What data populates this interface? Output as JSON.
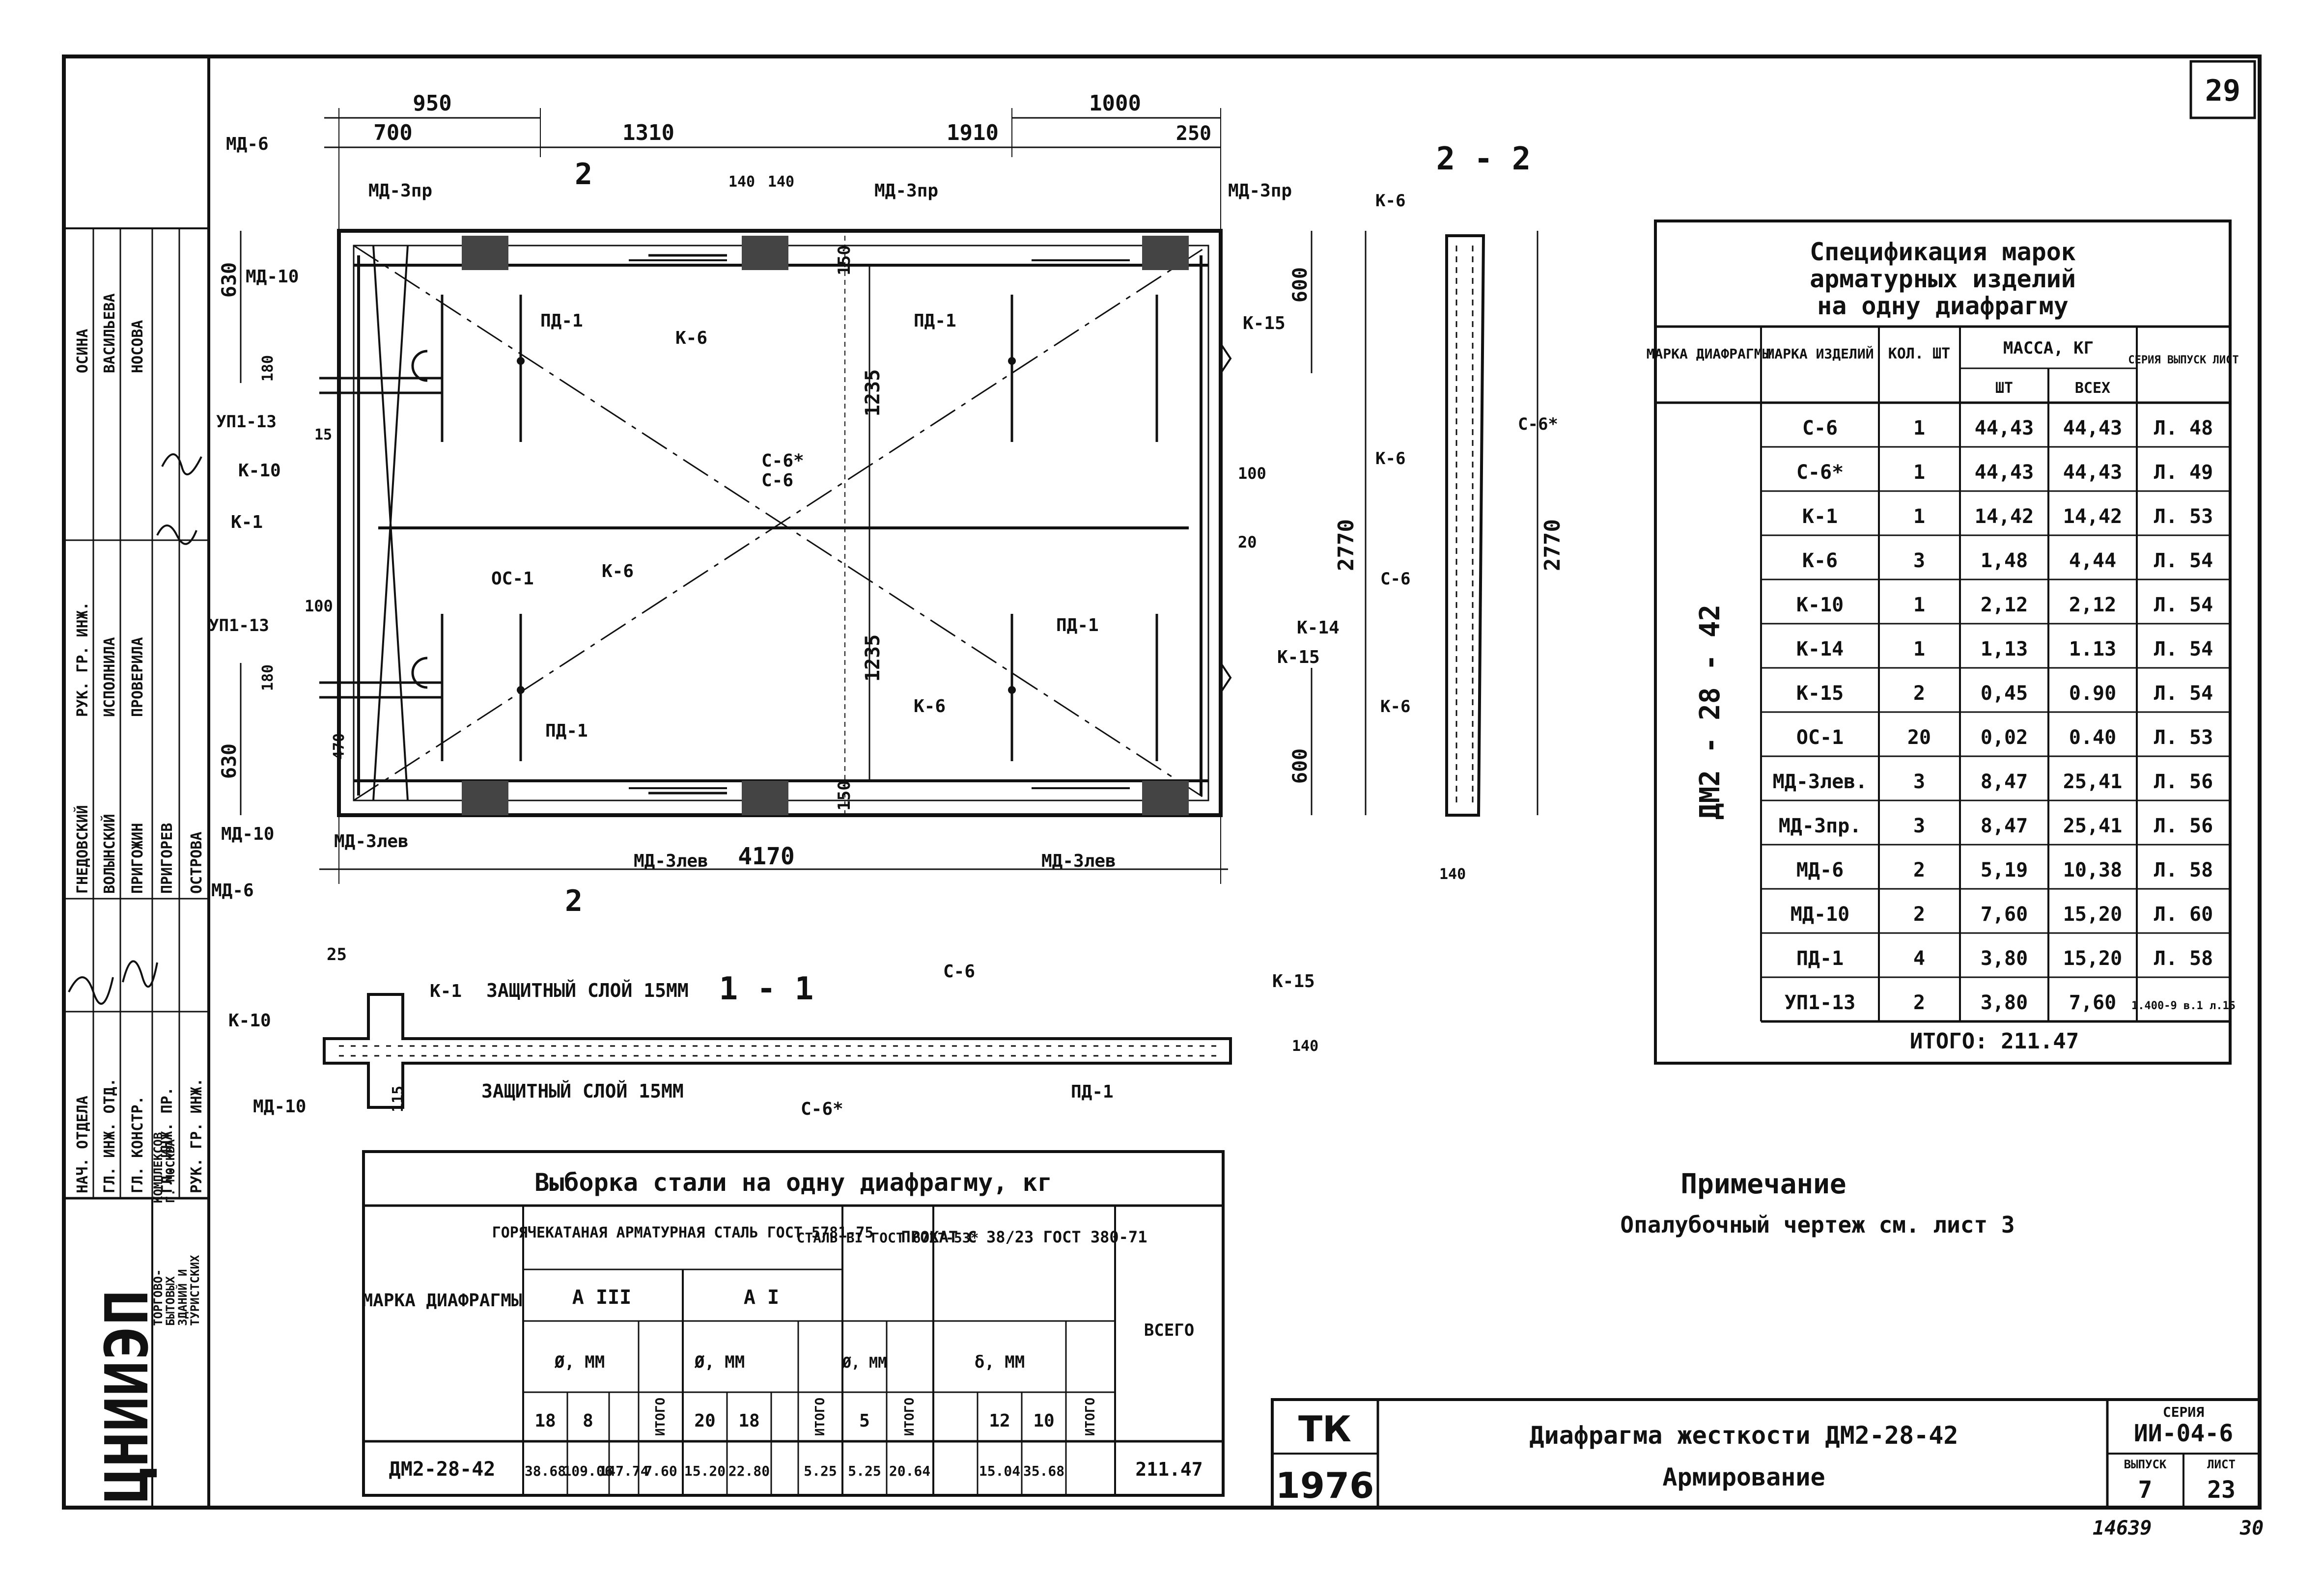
{
  "sheet": {
    "number": "29",
    "page_footer": "30",
    "inventory": "14639"
  },
  "title_block": {
    "organization": [
      "ЦНИИЭП",
      "ТОРГОВО-",
      "БЫТОВЫХ",
      "ЗДАНИЙ И",
      "ТУРИСТСКИХ",
      "КОМПЛЕКСОВ",
      "Г. МОСКВА"
    ],
    "roles": [
      "НАЧ. ОТДЕЛА",
      "ГЛ. ИНЖ. ОТД.",
      "ГЛ. КОНСТР.",
      "ГЛ. ИНЖ. ПР.",
      "РУК. ГР. ИНЖ."
    ],
    "roles2": [
      "РУК. ГР. ИНЖ.",
      "ИСПОЛНИЛА",
      "ПРОВЕРИЛА"
    ],
    "names1": [
      "ГНЕДОВСКИЙ",
      "ВОЛЫНСКИЙ",
      "ПРИГОЖИН",
      "ПРИГОРЕВ",
      "ОСТРОВА"
    ],
    "names2": [
      "ОСИНА",
      "ВАСИЛЬЕВА",
      "НОСОВА"
    ],
    "tk": "ТК",
    "year": "1976",
    "title_line1": "Диафрагма жесткости ДМ2-28-42",
    "title_line2": "Армирование",
    "series_label": "СЕРИЯ",
    "series": "ИИ-04-6",
    "issue_label": "ВЫПУСК",
    "issue": "7",
    "sheet_label": "ЛИСТ",
    "sheet": "23"
  },
  "note": {
    "heading": "Примечание",
    "text": "Опалубочный чертеж см. лист 3"
  },
  "spec_table": {
    "title": [
      "Спецификация марок",
      "арматурных изделий",
      "на одну диафрагму"
    ],
    "headers": {
      "mark_diaphragm": "МАРКА ДИАФРАГМЫ",
      "mark_item": "МАРКА ИЗДЕЛИЙ",
      "qty": "КОЛ. ШТ",
      "mass": "МАССА, КГ",
      "mass_each": "ШТ",
      "mass_all": "ВСЕХ",
      "series": "СЕРИЯ ВЫПУСК ЛИСТ"
    },
    "diaphragm": "ДМ2 - 28 - 42",
    "rows": [
      {
        "item": "С-6",
        "qty": "1",
        "each": "44,43",
        "all": "44,43",
        "ref": "Л. 48"
      },
      {
        "item": "С-6*",
        "qty": "1",
        "each": "44,43",
        "all": "44,43",
        "ref": "Л. 49"
      },
      {
        "item": "К-1",
        "qty": "1",
        "each": "14,42",
        "all": "14,42",
        "ref": "Л. 53"
      },
      {
        "item": "К-6",
        "qty": "3",
        "each": "1,48",
        "all": "4,44",
        "ref": "Л. 54"
      },
      {
        "item": "К-10",
        "qty": "1",
        "each": "2,12",
        "all": "2,12",
        "ref": "Л. 54"
      },
      {
        "item": "К-14",
        "qty": "1",
        "each": "1,13",
        "all": "1.13",
        "ref": "Л. 54"
      },
      {
        "item": "К-15",
        "qty": "2",
        "each": "0,45",
        "all": "0.90",
        "ref": "Л. 54"
      },
      {
        "item": "ОС-1",
        "qty": "20",
        "each": "0,02",
        "all": "0.40",
        "ref": "Л. 53"
      },
      {
        "item": "МД-3лев.",
        "qty": "3",
        "each": "8,47",
        "all": "25,41",
        "ref": "Л. 56"
      },
      {
        "item": "МД-3пр.",
        "qty": "3",
        "each": "8,47",
        "all": "25,41",
        "ref": "Л. 56"
      },
      {
        "item": "МД-6",
        "qty": "2",
        "each": "5,19",
        "all": "10,38",
        "ref": "Л. 58"
      },
      {
        "item": "МД-10",
        "qty": "2",
        "each": "7,60",
        "all": "15,20",
        "ref": "Л. 60"
      },
      {
        "item": "ПД-1",
        "qty": "4",
        "each": "3,80",
        "all": "15,20",
        "ref": "Л. 58"
      },
      {
        "item": "УП1-13",
        "qty": "2",
        "each": "3,80",
        "all": "7,60",
        "ref": "1.400-9 в.1 л.15"
      }
    ],
    "total": "ИТОГО: 211.47"
  },
  "steel_table": {
    "title": "Выборка стали на одну диафрагму, кг",
    "mark_header": "МАРКА ДИАФРАГМЫ",
    "group1": "ГОРЯЧЕКАТАНАЯ АРМАТУРНАЯ СТАЛЬ ГОСТ 5781-75",
    "a3": "А III",
    "a1": "А I",
    "group2": "СТАЛЬ ВI ГОСТ 6727-53*",
    "group3": "ПРОКАТ С 38/23 ГОСТ 380-71",
    "total_header": "ВСЕГО",
    "phi_mm": "Ø, ММ",
    "delta_mm": "δ, ММ",
    "itogo": "ИТОГО",
    "diam": [
      "18",
      "8",
      "20",
      "18",
      "5",
      "12",
      "10"
    ],
    "row": {
      "mark": "ДМ2-28-42",
      "values": [
        "38.68",
        "109.06",
        "147.74",
        "7.60",
        "15.20",
        "22.80",
        "5.25",
        "5.25",
        "20.64",
        "15.04",
        "35.68",
        "211.47"
      ]
    }
  },
  "drawing": {
    "section_22": "2 - 2",
    "section_11": "1 - 1",
    "cut_mark": "2",
    "dims_top": [
      "950",
      "700",
      "1310",
      "1910",
      "1000",
      "250",
      "140",
      "140"
    ],
    "dims_side": [
      "630",
      "600",
      "150",
      "1235",
      "1235",
      "2770",
      "2770",
      "100",
      "20",
      "600",
      "630",
      "470",
      "150",
      "180",
      "180",
      "100",
      "15"
    ],
    "dim_bottom": "4170",
    "dim_25": "25",
    "dim_140": "140",
    "dim_115": "115",
    "protect_top": "ЗАЩИТНЫЙ СЛОЙ 15ММ",
    "protect_bot": "ЗАЩИТНЫЙ СЛОЙ 15ММ",
    "labels": {
      "md6": "МД-6",
      "md10": "МД-10",
      "md3pr": "МД-3пр",
      "md3lev": "МД-3лев",
      "k1": "К-1",
      "k6": "К-6",
      "k10": "К-10",
      "k14": "К-14",
      "k15": "К-15",
      "pd1": "ПД-1",
      "os1": "ОС-1",
      "up113": "УП1-13",
      "c6": "С-6",
      "c6s": "С-6*"
    }
  }
}
